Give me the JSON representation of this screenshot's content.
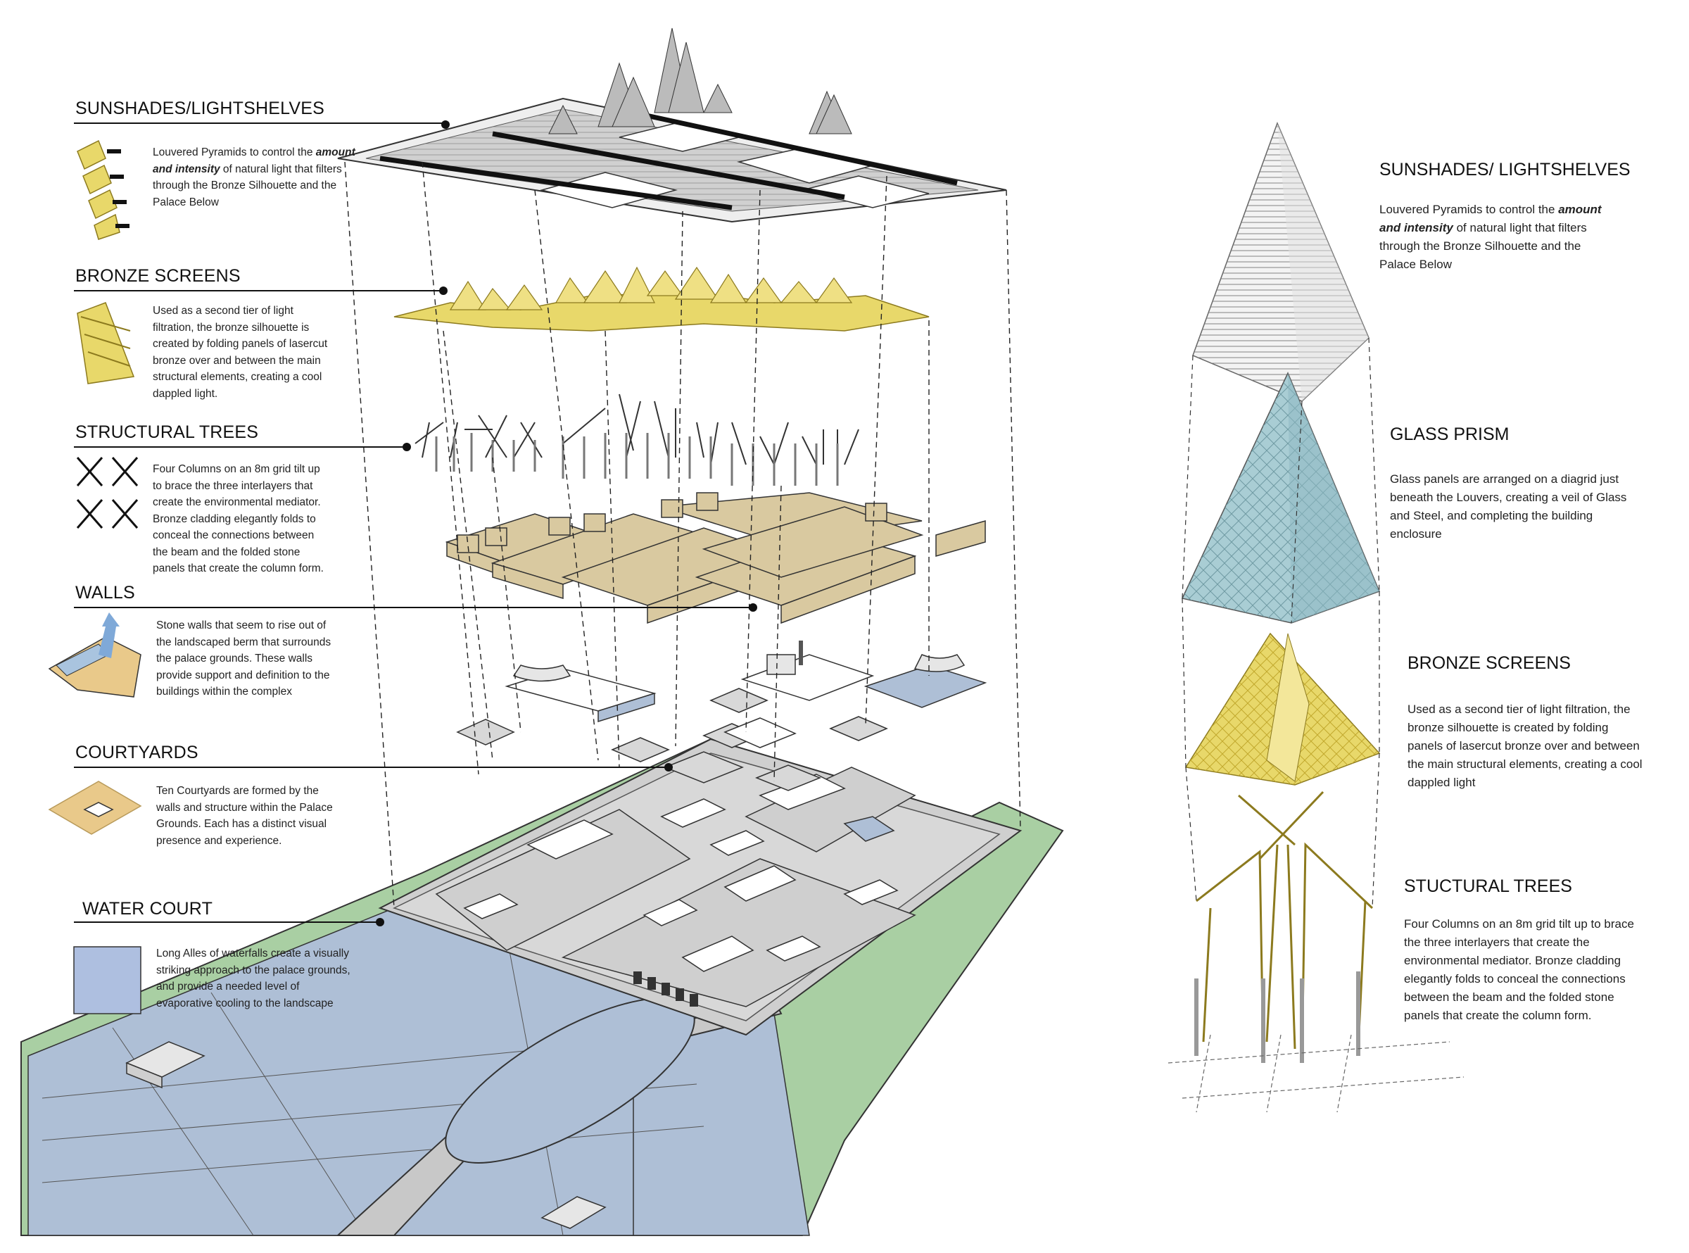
{
  "left": {
    "sunshades": {
      "heading": "SUNSHADES/LIGHTSHELVES",
      "text_pre": "Louvered Pyramids to control the ",
      "text_em": "amount and intensity",
      "text_post": " of natural light that filters through the Bronze Silhouette and the Palace Below"
    },
    "bronze": {
      "heading": "BRONZE SCREENS",
      "text": "Used as a second tier of light filtration, the bronze silhouette is created by folding panels of lasercut bronze over and between the main structural elements, creating a cool dappled light."
    },
    "trees": {
      "heading": "STRUCTURAL TREES",
      "text": "Four Columns on an 8m grid tilt up to brace the three interlayers that create the environmental mediator. Bronze cladding elegantly folds to conceal the connections between the beam and the folded stone panels that create the column form."
    },
    "walls": {
      "heading": "WALLS",
      "text": "Stone walls that seem to rise out of the landscaped berm that surrounds the palace grounds. These walls provide support and definition to the buildings within the complex"
    },
    "courtyards": {
      "heading": "COURTYARDS",
      "text": "Ten Courtyards are formed by the walls and structure within the Palace Grounds. Each has a distinct visual presence and experience."
    },
    "water": {
      "heading": "WATER COURT",
      "text": "Long Alles of waterfalls create a visually striking approach to the palace grounds, and provide a needed level of evaporative cooling to the landscape"
    }
  },
  "right": {
    "sunshades": {
      "heading": "SUNSHADES/ LIGHTSHELVES",
      "text_pre": "Louvered Pyramids to control the ",
      "text_em": "amount and intensity",
      "text_post": " of natural light that filters through the Bronze Silhouette and the Palace Below"
    },
    "glass": {
      "heading": "GLASS  PRISM",
      "text": "Glass panels are arranged on a diagrid just beneath the Louvers, creating a veil of Glass and Steel, and completing the building enclosure"
    },
    "bronze": {
      "heading": "BRONZE SCREENS",
      "text": "Used as a second tier of light filtration, the bronze silhouette is created by folding panels of lasercut bronze over and between the main structural elements, creating a cool dappled light"
    },
    "trees": {
      "heading": "STUCTURAL TREES",
      "text": "Four Columns on an 8m grid tilt up to brace the three interlayers that create the environmental mediator.  Bronze cladding elegantly folds to conceal the connections between the beam and the folded stone panels that create the column form."
    }
  },
  "colors": {
    "bronze": "#e8d86a",
    "bronze_dark": "#b8a43a",
    "stone": "#d9c9a0",
    "grass": "#a9cfa3",
    "water": "#aebfd6",
    "glass": "#a9cdd4",
    "line": "#111111"
  }
}
